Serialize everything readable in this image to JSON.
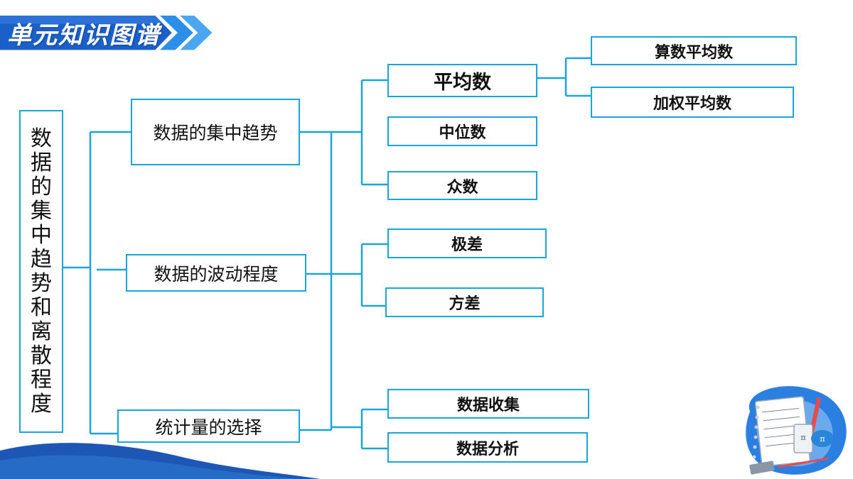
{
  "banner": {
    "title": "单元知识图谱"
  },
  "colors": {
    "line": "#1aa5dc",
    "banner": "#1b5fc8",
    "banner_light": "#2b8ee8",
    "wave": "#1d56b5"
  },
  "root": {
    "label": "数据的集中趋势和离散程度",
    "chars": [
      "数",
      "据",
      "的",
      "集",
      "中",
      "趋",
      "势",
      "和",
      "离",
      "散",
      "程",
      "度"
    ]
  },
  "level1": {
    "central": "数据的集中趋势",
    "dispersion": "数据的波动程度",
    "choice": "统计量的选择"
  },
  "level2": {
    "mean": "平均数",
    "median": "中位数",
    "mode": "众数",
    "range": "极差",
    "variance": "方差",
    "collect": "数据收集",
    "analyze": "数据分析"
  },
  "level3": {
    "arith_mean": "算数平均数",
    "weighted_mean": "加权平均数"
  },
  "icons": [
    "chevron-right-icon",
    "math-notebook-icon"
  ]
}
